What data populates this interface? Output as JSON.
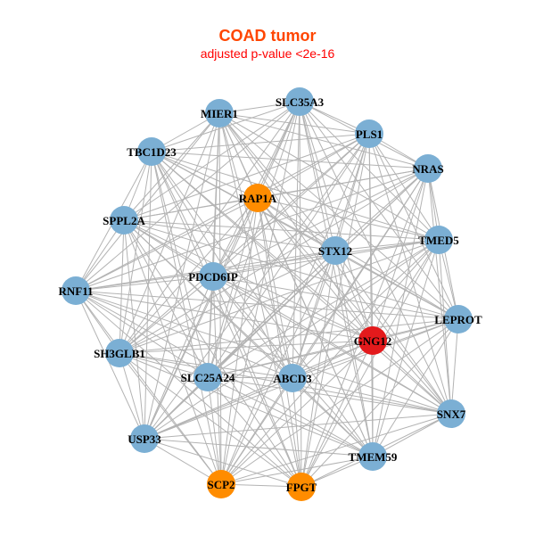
{
  "title": "COAD tumor",
  "subtitle": "adjusted p-value <2e-16",
  "colors": {
    "default": "#7BAFD4",
    "orange": "#FF8C00",
    "red": "#E31A1C",
    "edge": "#B3B3B3"
  },
  "nodes": [
    {
      "id": "MIER1",
      "color": "default"
    },
    {
      "id": "SLC35A3",
      "color": "default"
    },
    {
      "id": "PLS1",
      "color": "default"
    },
    {
      "id": "NRAS",
      "color": "default"
    },
    {
      "id": "TBC1D23",
      "color": "default"
    },
    {
      "id": "RAP1A",
      "color": "orange"
    },
    {
      "id": "SPPL2A",
      "color": "default"
    },
    {
      "id": "TMED5",
      "color": "default"
    },
    {
      "id": "STX12",
      "color": "default"
    },
    {
      "id": "PDCD6IP",
      "color": "default"
    },
    {
      "id": "RNF11",
      "color": "default"
    },
    {
      "id": "LEPROT",
      "color": "default"
    },
    {
      "id": "GNG12",
      "color": "red"
    },
    {
      "id": "SH3GLB1",
      "color": "default"
    },
    {
      "id": "SLC25A24",
      "color": "default"
    },
    {
      "id": "ABCD3",
      "color": "default"
    },
    {
      "id": "SNX7",
      "color": "default"
    },
    {
      "id": "USP33",
      "color": "default"
    },
    {
      "id": "TMEM59",
      "color": "default"
    },
    {
      "id": "SCP2",
      "color": "orange"
    },
    {
      "id": "FPGT",
      "color": "orange"
    }
  ],
  "edges": "all-pairs"
}
